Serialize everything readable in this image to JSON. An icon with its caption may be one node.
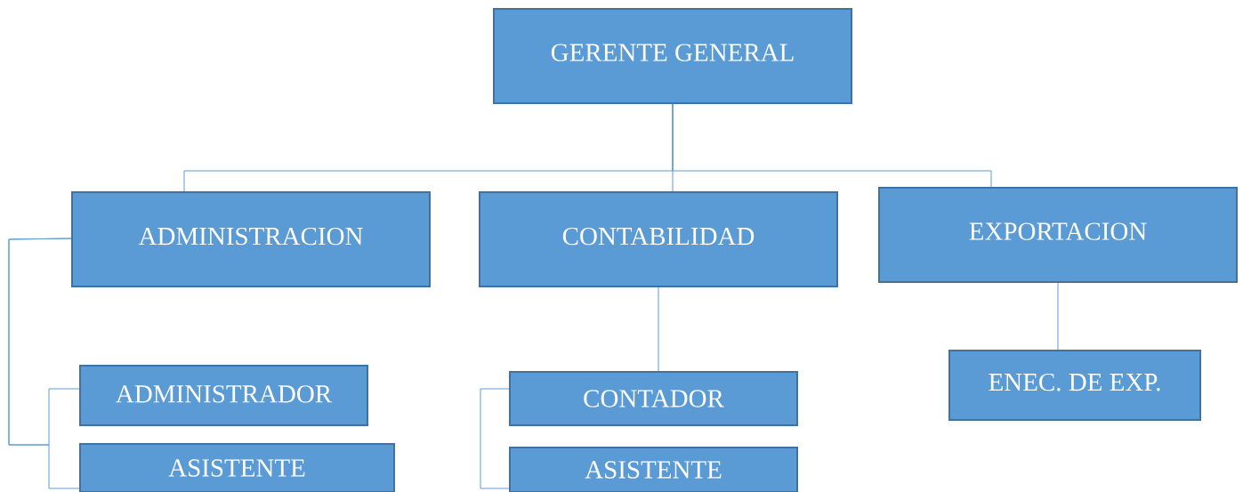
{
  "diagram": {
    "nodes": [
      {
        "text": [
          "GERENTE GENERAL"
        ]
      },
      {
        "text": [
          "ADMINISTRACION"
        ]
      },
      {
        "text": [
          "CONTABILIDAD"
        ]
      },
      {
        "text": [
          "EXPORTACION"
        ]
      },
      {
        "text": [
          "ADMINISTRADOR"
        ]
      },
      {
        "text": [
          "CONTADOR"
        ]
      },
      {
        "text": [
          "ENEC. DE EXP."
        ]
      },
      {
        "text": [
          "ASISTENTE"
        ]
      },
      {
        "text": [
          "ASISTENTE"
        ]
      }
    ],
    "edges": [
      {
        "from": 0,
        "to": 1,
        "arrow": "none"
      },
      {
        "from": 0,
        "to": 2,
        "arrow": "none"
      },
      {
        "from": 0,
        "to": 3,
        "arrow": "none"
      },
      {
        "from": 1,
        "to": 4,
        "arrow": "none"
      },
      {
        "from": 1,
        "to": 7,
        "arrow": "none"
      },
      {
        "from": 2,
        "to": 5,
        "arrow": "none"
      },
      {
        "from": 5,
        "to": 8,
        "arrow": "none"
      },
      {
        "from": 3,
        "to": 6,
        "arrow": "none"
      }
    ]
  }
}
